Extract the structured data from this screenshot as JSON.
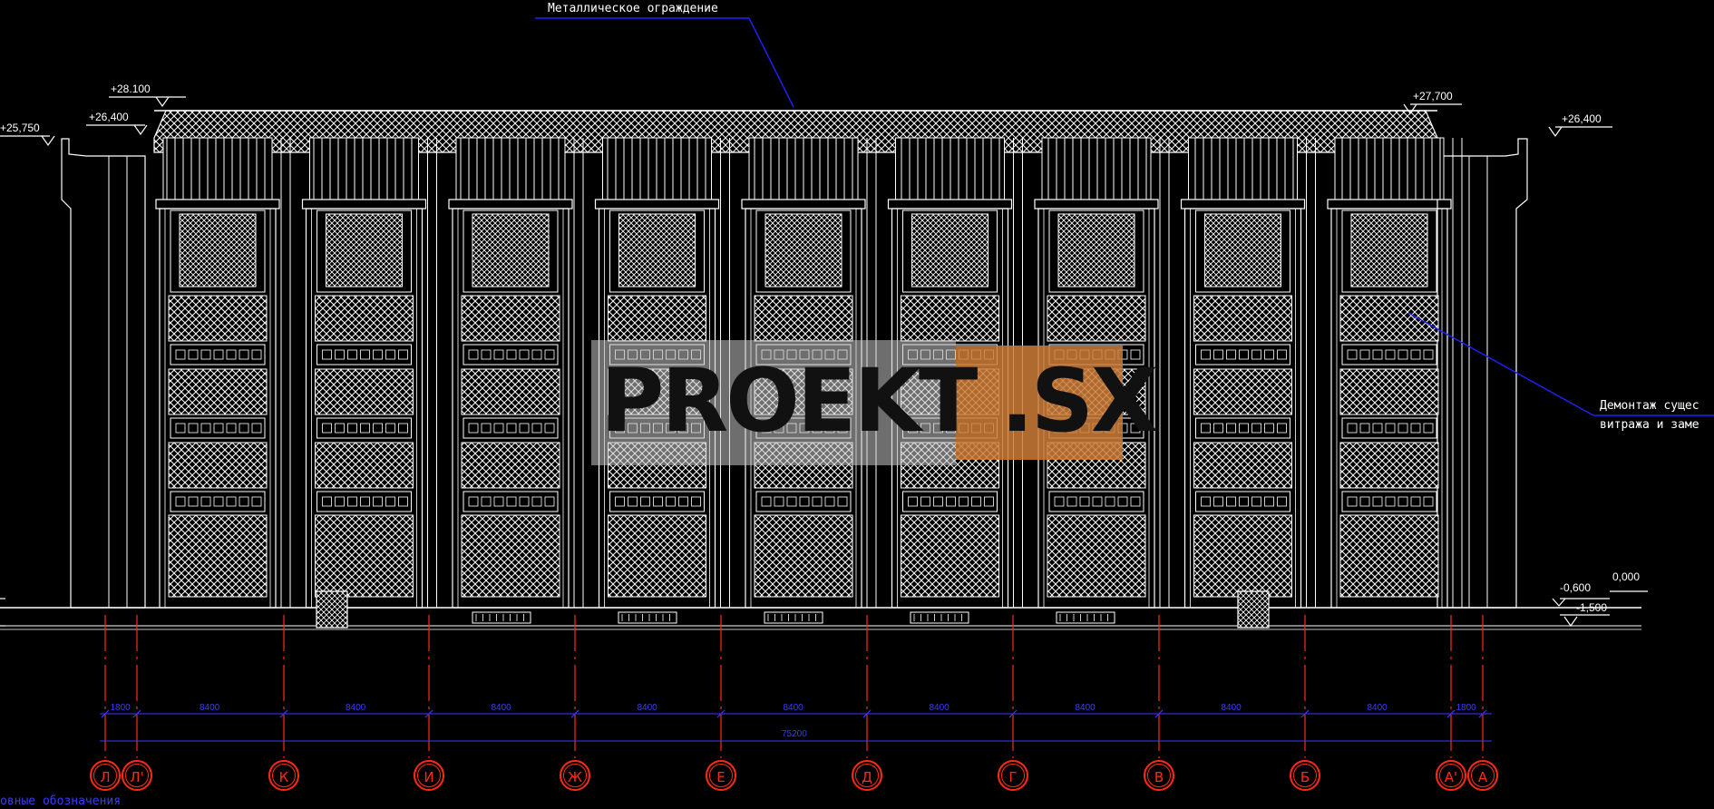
{
  "annotations": {
    "top_note": "Металлическое ограждение",
    "right_note_line1": "Демонтаж сущес",
    "right_note_line2": "витража и заме"
  },
  "elevations": {
    "e28100": "+28.100",
    "e26400_left": "+26,400",
    "e25750": "+25,750",
    "e27700": "+27,700",
    "e26400_right": "+26,400",
    "e0000": "0,000",
    "e_0600": "-0,600",
    "e_1500": "-1,500"
  },
  "dimensions": {
    "segments": [
      "1800",
      "8400",
      "8400",
      "8400",
      "8400",
      "8400",
      "8400",
      "8400",
      "8400",
      "8400",
      "1800"
    ],
    "total": "75200"
  },
  "axes": [
    "Л",
    "Л'",
    "К",
    "И",
    "Ж",
    "Е",
    "Д",
    "Г",
    "В",
    "Б",
    "А'",
    "А"
  ],
  "legend": "овные обозначения",
  "watermark": {
    "left_text": "PROEKT",
    "right_text": ".SX"
  },
  "colors": {
    "background": "#000000",
    "lines": "#ffffff",
    "leader": "#2020ff",
    "axis": "#ff2a14",
    "watermark_accent": "#cd7d37"
  }
}
